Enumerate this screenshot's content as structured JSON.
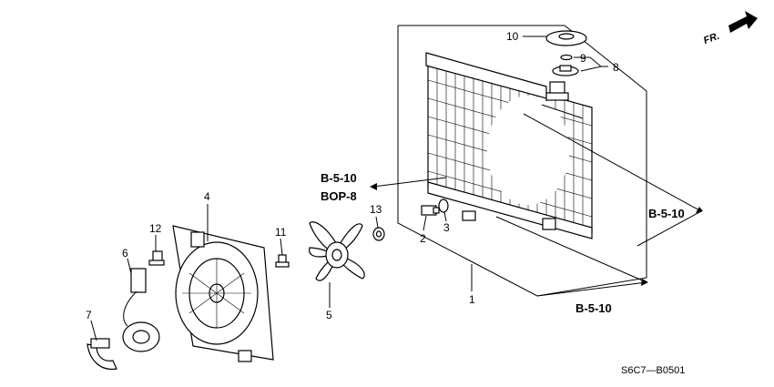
{
  "callouts": {
    "c1": "1",
    "c2": "2",
    "c3": "3",
    "c4": "4",
    "c5": "5",
    "c6": "6",
    "c7": "7",
    "c8": "8",
    "c9": "9",
    "c10": "10",
    "c11": "11",
    "c12": "12",
    "c13": "13"
  },
  "references": {
    "r1_line1": "B-5-10",
    "r1_line2": "BOP-8",
    "r2": "B-5-10",
    "r3": "B-5-10"
  },
  "direction_label": "FR.",
  "diagram_code": "S6C7—B0501"
}
